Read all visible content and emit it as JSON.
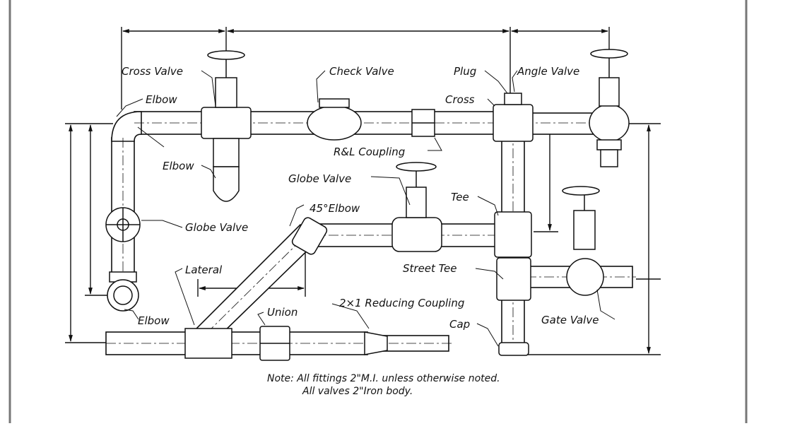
{
  "labels": {
    "cross_valve": "Cross Valve",
    "check_valve": "Check Valve",
    "plug": "Plug",
    "angle_valve": "Angle Valve",
    "elbow_top": "Elbow",
    "cross": "Cross",
    "elbow_mid": "Elbow",
    "rl_coupling": "R&L Coupling",
    "globe_valve_center": "Globe Valve",
    "tee": "Tee",
    "elbow_45": "45°Elbow",
    "globe_valve_left": "Globe Valve",
    "lateral": "Lateral",
    "street_tee": "Street Tee",
    "union": "Union",
    "reducing_coupling": "2×1 Reducing Coupling",
    "elbow_bottom": "Elbow",
    "cap": "Cap",
    "gate_valve": "Gate Valve"
  },
  "note": {
    "line1": "Note: All fittings 2\"M.I. unless  otherwise noted.",
    "line2": "All valves 2\"Iron body."
  }
}
